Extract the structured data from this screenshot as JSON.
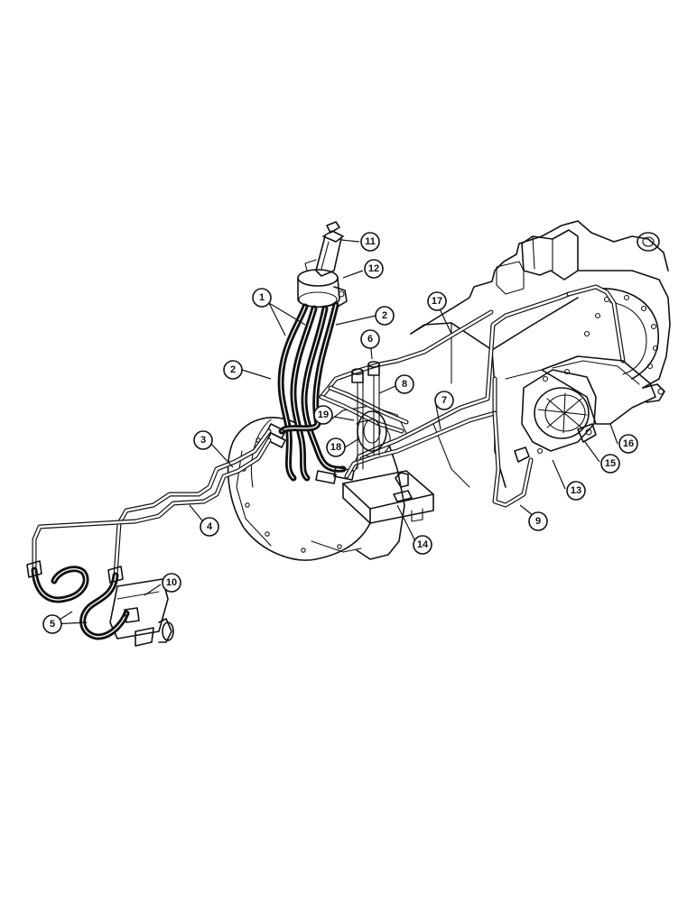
{
  "callouts": [
    {
      "id": "c1",
      "label": "1"
    },
    {
      "id": "c2a",
      "label": "2"
    },
    {
      "id": "c2b",
      "label": "2"
    },
    {
      "id": "c3",
      "label": "3"
    },
    {
      "id": "c4",
      "label": "4"
    },
    {
      "id": "c5",
      "label": "5"
    },
    {
      "id": "c6",
      "label": "6"
    },
    {
      "id": "c7",
      "label": "7"
    },
    {
      "id": "c8",
      "label": "8"
    },
    {
      "id": "c9",
      "label": "9"
    },
    {
      "id": "c10",
      "label": "10"
    },
    {
      "id": "c11",
      "label": "11"
    },
    {
      "id": "c12",
      "label": "12"
    },
    {
      "id": "c13",
      "label": "13"
    },
    {
      "id": "c14",
      "label": "14"
    },
    {
      "id": "c15",
      "label": "15"
    },
    {
      "id": "c16",
      "label": "16"
    },
    {
      "id": "c17",
      "label": "17"
    },
    {
      "id": "c18",
      "label": "18"
    },
    {
      "id": "c19",
      "label": "19"
    }
  ],
  "colors": {
    "ink": "#111111",
    "paper": "#ffffff"
  }
}
